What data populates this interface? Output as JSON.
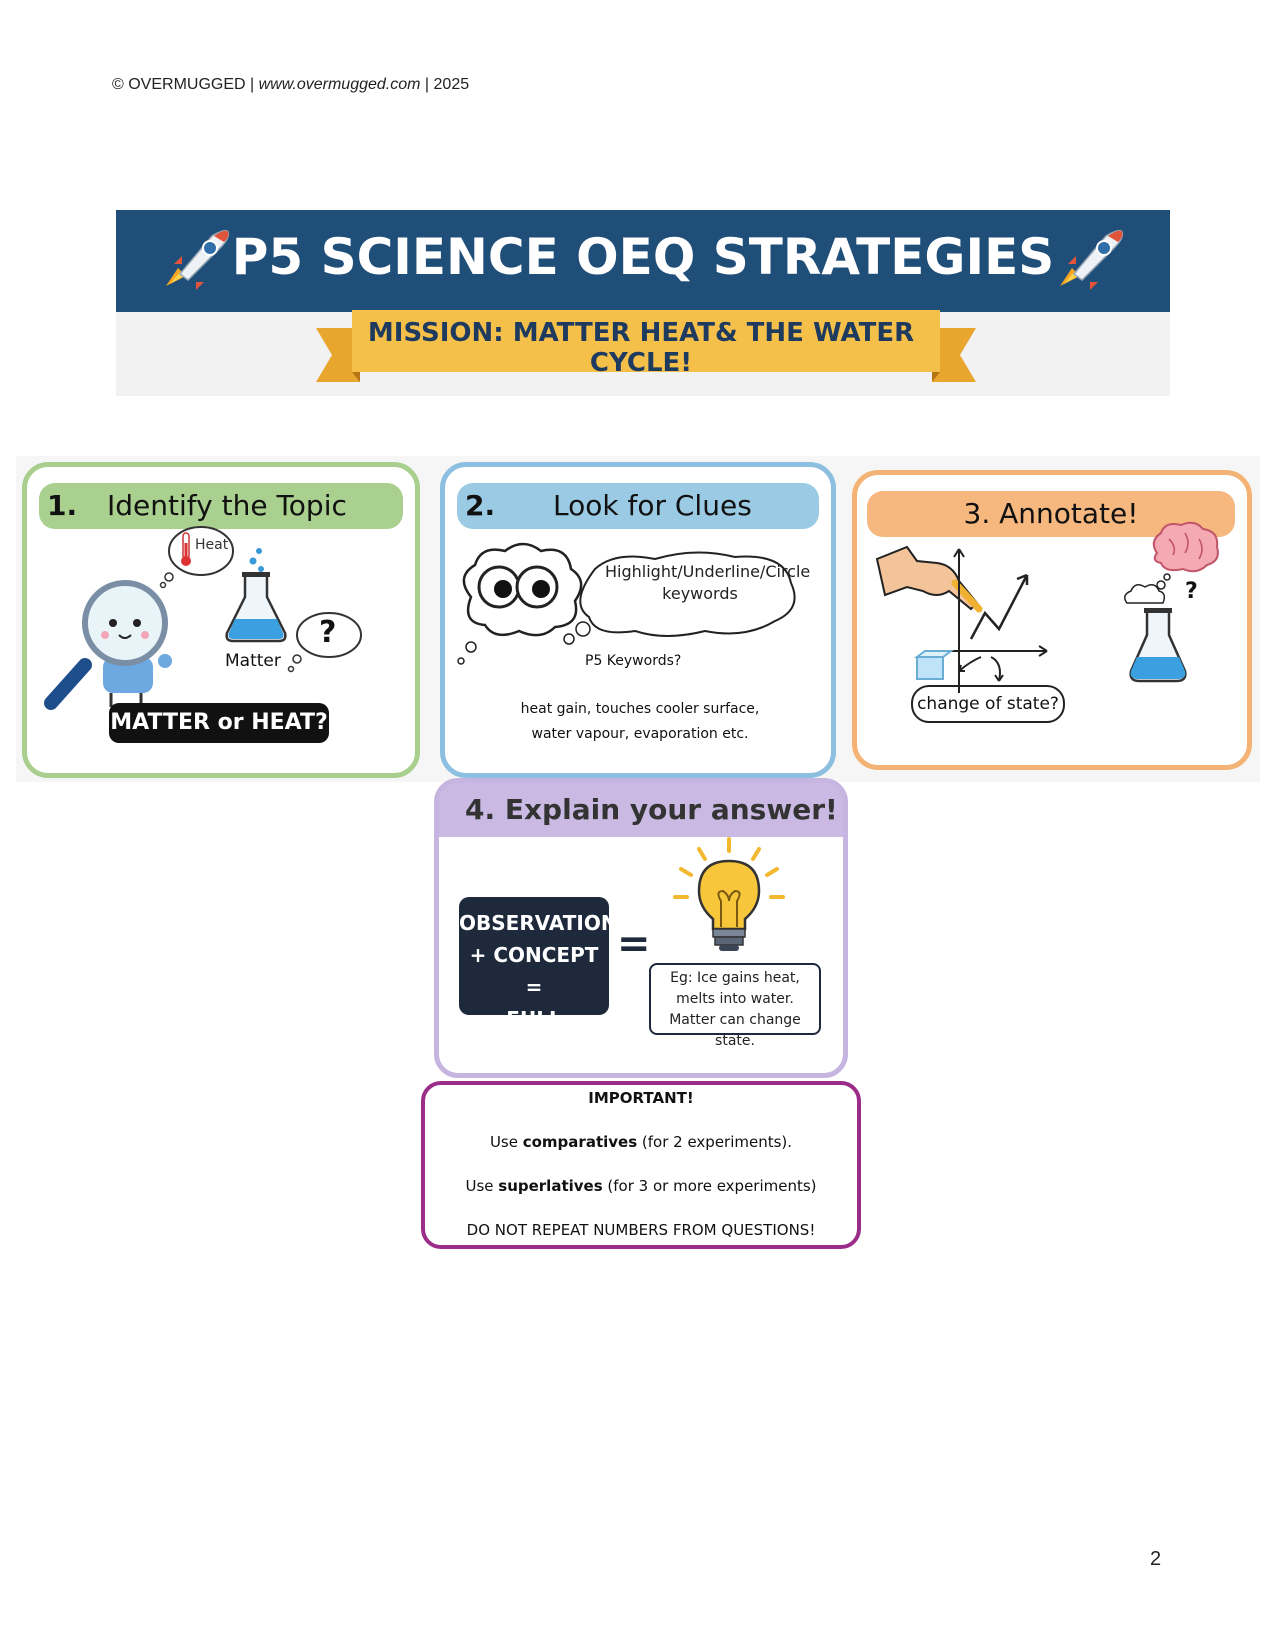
{
  "header": {
    "copyright_brand": "© OVERMUGGED | ",
    "copyright_url": "www.overmugged.com",
    "copyright_year": " | 2025"
  },
  "banner": {
    "title": "P5 SCIENCE OEQ STRATEGIES",
    "subtitle": "MISSION: MATTER HEAT& THE WATER CYCLE!",
    "colors": {
      "band": "#1f4e79",
      "ribbon": "#f5c04a"
    }
  },
  "steps": [
    {
      "number": "1.",
      "title": "Identify the Topic",
      "bubble_label": "Heat",
      "flask_label": "Matter",
      "question_mark": "?",
      "badge": "MATTER or HEAT?",
      "color": "#a9d08e"
    },
    {
      "number": "2.",
      "title": "Look for Clues",
      "bubble_text": "Highlight/Underline/Circle keywords",
      "keywords_heading": "P5 Keywords?",
      "keywords_text_line1": "heat gain, touches cooler surface,",
      "keywords_text_line2": "water vapour, evaporation etc.",
      "color": "#9bcbe4"
    },
    {
      "title": "3. Annotate!",
      "label": "change of state?",
      "question_mark": "?",
      "color": "#f7b880"
    },
    {
      "title": "4. Explain your answer!",
      "formula_line1": "OBSERVATION",
      "formula_line2": "+ CONCEPT =",
      "formula_line3": "FULL MARKS!",
      "equals": "=",
      "example_line1": "Eg: Ice gains heat,",
      "example_line2": "melts into water.",
      "example_line3": "Matter can change state.",
      "color": "#c9b9e3"
    }
  ],
  "important": {
    "heading": "IMPORTANT!",
    "line1_pre": "Use ",
    "line1_bold": "comparatives",
    "line1_post": " (for 2 experiments).",
    "line2_pre": "Use ",
    "line2_bold": "superlatives",
    "line2_post": " (for 3 or more experiments)",
    "line3": "DO NOT REPEAT NUMBERS FROM QUESTIONS!"
  },
  "page_number": "2"
}
